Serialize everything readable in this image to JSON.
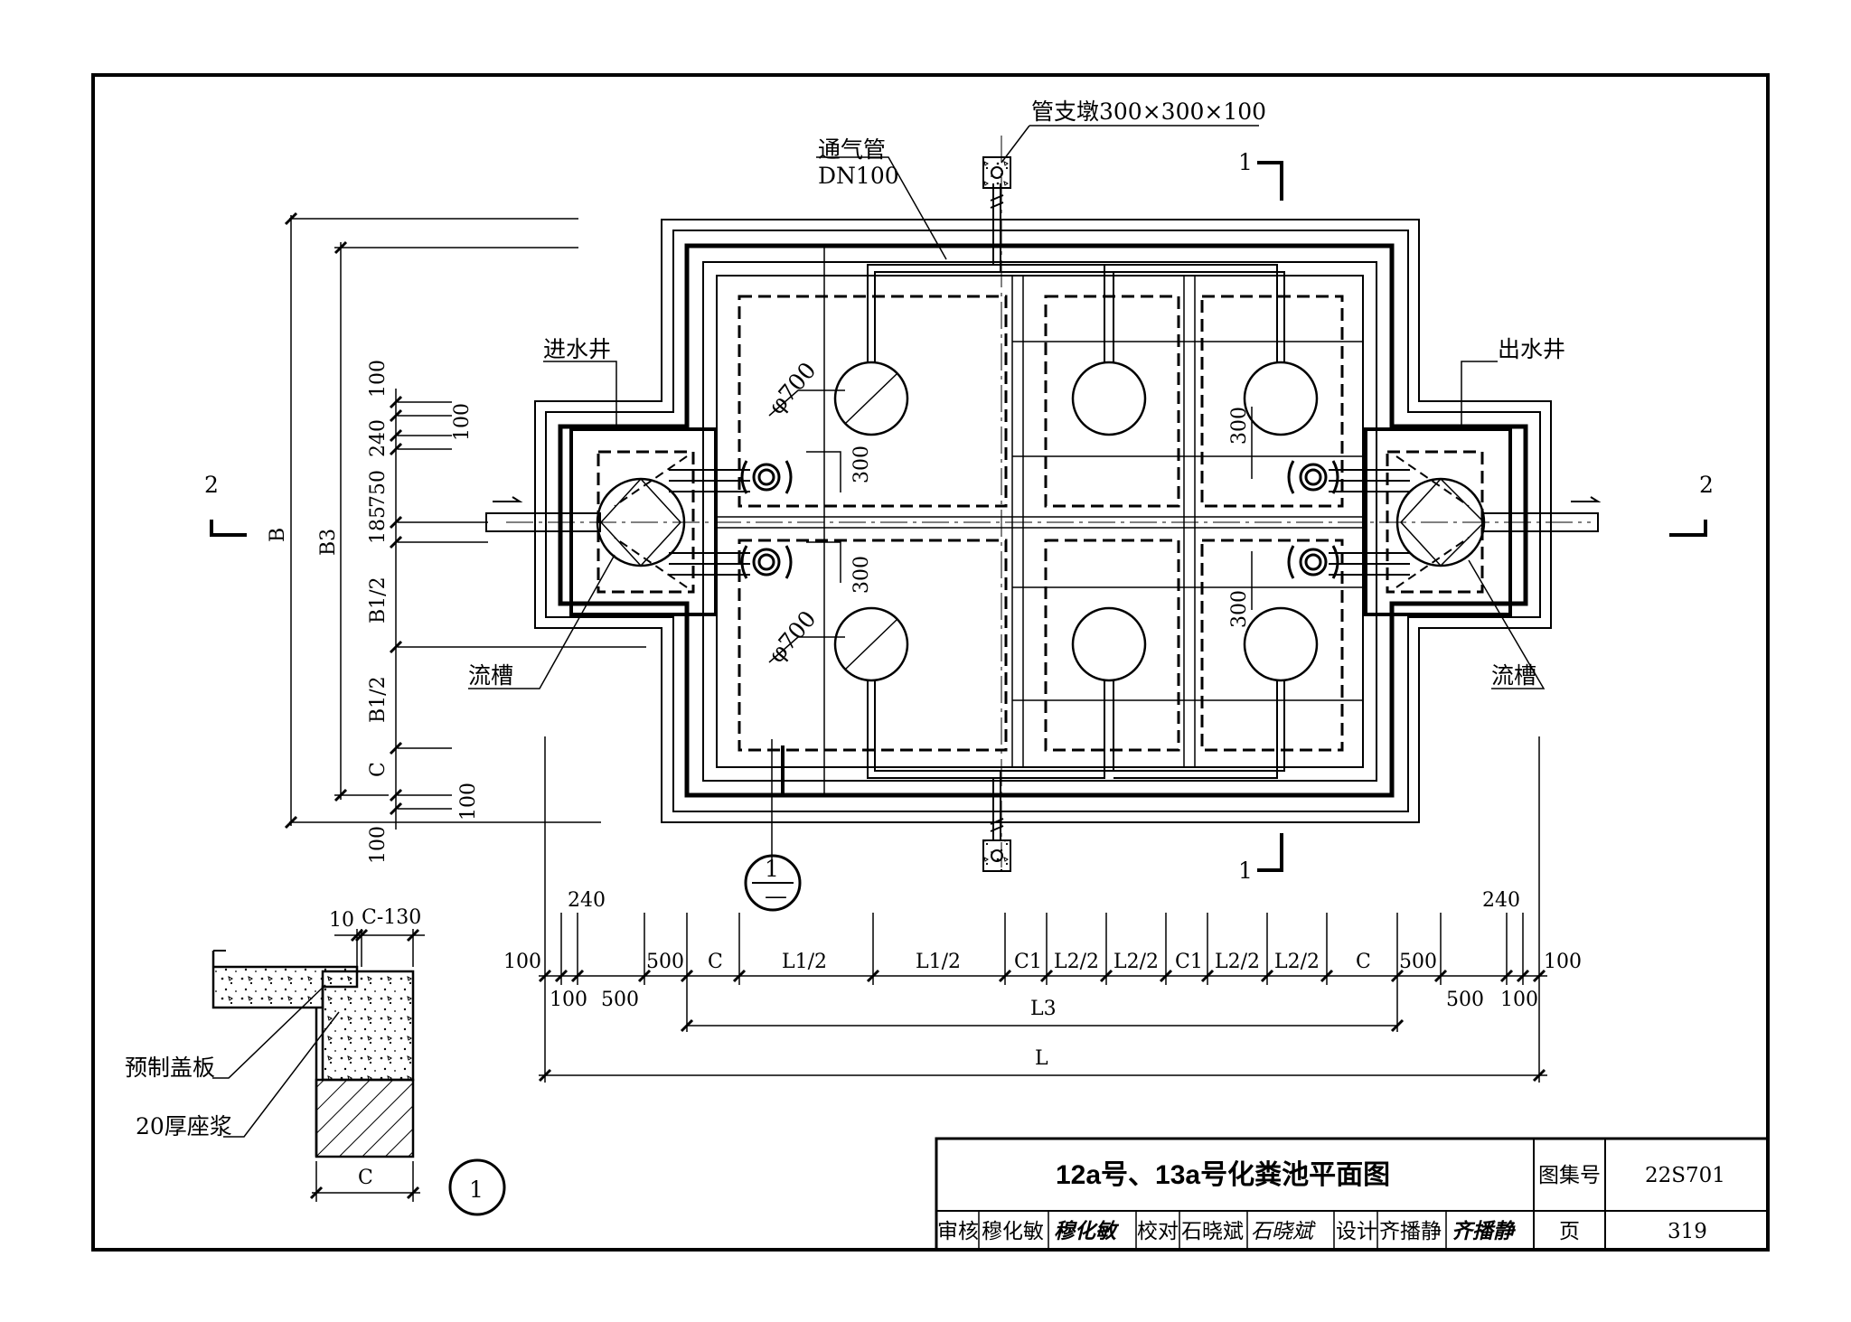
{
  "labels": {
    "pipe_support": "管支墩300×300×100",
    "vent_pipe": "通气管",
    "vent_dn": "DN100",
    "inlet_well": "进水井",
    "outlet_well": "出水井",
    "channel_left": "流槽",
    "channel_right": "流槽",
    "dia_top": "φ700",
    "dia_bottom": "φ700",
    "d300_a": "300",
    "d300_b": "300",
    "d300_c": "300",
    "d300_d": "300",
    "precast_cover": "预制盖板",
    "mortar_bed": "20厚座浆",
    "detail_ref": "1",
    "detail_ref_den": "—",
    "detail_no": "1",
    "sec1_top": "1",
    "sec1_bottom": "1",
    "sec2_left": "2",
    "sec2_right": "2"
  },
  "dims_left": {
    "v100a": "100",
    "v100b": "100",
    "v240": "240",
    "v750": "750",
    "v185": "185",
    "vb1a": "B1/2",
    "vb1b": "B1/2",
    "vc": "C",
    "v100c": "100",
    "v100d": "100",
    "vB3": "B3",
    "vB": "B"
  },
  "dims_bottom": {
    "h100a": "100",
    "h240a": "240",
    "h100b": "100",
    "h500a": "500",
    "h500b": "500",
    "hC1": "C",
    "hL1a": "L1/2",
    "hL1b": "L1/2",
    "hC1a": "C1",
    "hL2a": "L2/2",
    "hL2b": "L2/2",
    "hC1b": "C1",
    "hL2c": "L2/2",
    "hL2d": "L2/2",
    "hC2": "C",
    "h500c": "500",
    "h240b": "240",
    "h100c": "100",
    "h500d": "500",
    "h100d": "100",
    "hL3": "L3",
    "hL": "L"
  },
  "detail_dims": {
    "d10": "10",
    "dC130": "C-130",
    "dC": "C"
  },
  "title_block": {
    "title": "12a号、13a号化粪池平面图",
    "atlas_label": "图集号",
    "atlas_no": "22S701",
    "review_label": "审核",
    "reviewer": "穆化敏",
    "reviewer_sign": "穆化敏",
    "check_label": "校对",
    "checker": "石晓斌",
    "checker_sign": "石晓斌",
    "design_label": "设计",
    "designer": "齐播静",
    "designer_sign": "齐播静",
    "page_label": "页",
    "page_no": "319"
  }
}
